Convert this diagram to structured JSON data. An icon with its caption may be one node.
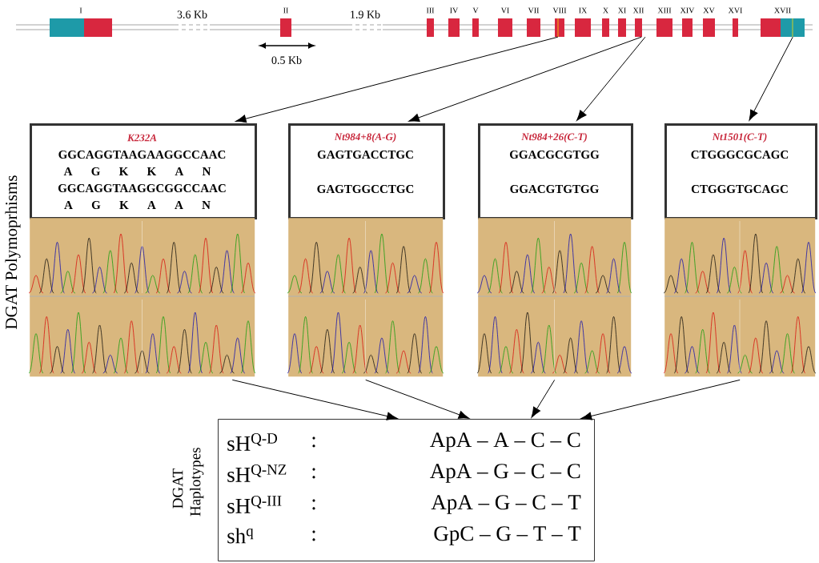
{
  "diagram": {
    "nodes": [
      {
        "text": [
          "I"
        ]
      },
      {
        "text": [
          "II"
        ]
      },
      {
        "text": [
          "III"
        ]
      },
      {
        "text": [
          "IV"
        ]
      },
      {
        "text": [
          "V"
        ]
      },
      {
        "text": [
          "VI"
        ]
      },
      {
        "text": [
          "VII"
        ]
      },
      {
        "text": [
          "VIII"
        ]
      },
      {
        "text": [
          "IX"
        ]
      },
      {
        "text": [
          "X"
        ]
      },
      {
        "text": [
          "XI"
        ]
      },
      {
        "text": [
          "XII"
        ]
      },
      {
        "text": [
          "XIII"
        ]
      },
      {
        "text": [
          "XIV"
        ]
      },
      {
        "text": [
          "XV"
        ]
      },
      {
        "text": [
          "XVI"
        ]
      },
      {
        "text": [
          "XVII"
        ]
      },
      {
        "text": [
          "K232A",
          "GGCAGGTAAGAAGGCCAAC",
          "A G K K A N",
          "GGCAGGTAAGGCGGCCAAC",
          "A G K A A N"
        ]
      },
      {
        "text": [
          "Nt984+8(A-G)",
          "GAGTGACCTGC",
          "GAGTGGCCTGC"
        ]
      },
      {
        "text": [
          "Nt984+26(C-T)",
          "GGACGCGTGG",
          "GGACGTGTGG"
        ]
      },
      {
        "text": [
          "Nt1501(C-T)",
          "CTGGGCGCAGC",
          "CTGGGTGCAGC"
        ]
      },
      {
        "text": [],
        "shape": "picture"
      },
      {
        "text": [],
        "shape": "picture"
      },
      {
        "text": [],
        "shape": "picture"
      },
      {
        "text": [],
        "shape": "picture"
      },
      {
        "text": [
          "sH$^{Q-D}$",
          ":",
          "ApA – A – C – C",
          "sH$^{Q-NZ}$",
          ":",
          "ApA – G – C – C",
          "sH$^{Q-III}$",
          ":",
          "ApA – G – C – T",
          "sh$^{q}$",
          ":",
          "GpC – G – T – T"
        ]
      }
    ],
    "edges": [
      {
        "from": 7,
        "to": 17,
        "arrow": "to"
      },
      {
        "from": 11,
        "to": 18,
        "arrow": "to"
      },
      {
        "from": 11,
        "to": 19,
        "arrow": "to"
      },
      {
        "from": 16,
        "to": 20,
        "arrow": "to"
      },
      {
        "from": 21,
        "to": 25,
        "arrow": "to"
      },
      {
        "from": 22,
        "to": 25,
        "arrow": "to"
      },
      {
        "from": 23,
        "to": 25,
        "arrow": "to"
      },
      {
        "from": 24,
        "to": 25,
        "arrow": "to"
      }
    ],
    "labels": [
      "3.6 Kb",
      "1.9 Kb",
      "0.5 Kb",
      "DGAT Polymoprhisms",
      "DGAT Haplotypes"
    ]
  }
}
